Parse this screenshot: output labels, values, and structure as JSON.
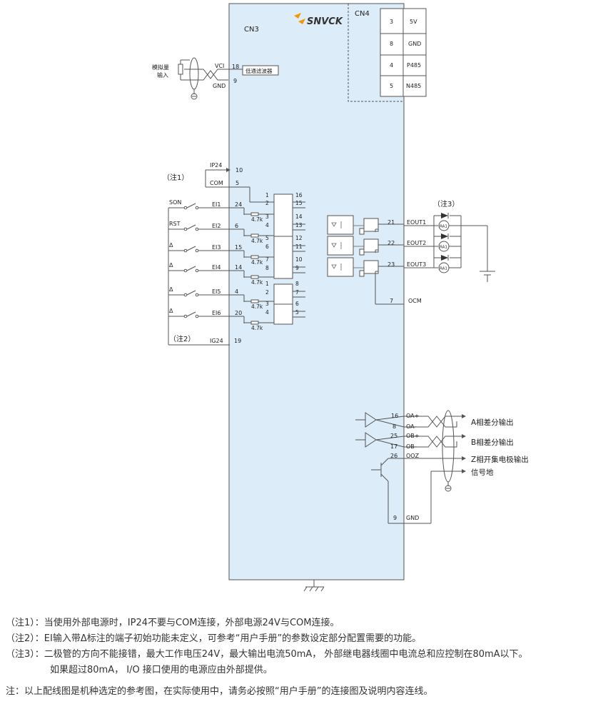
{
  "header": {
    "brand_text": "SNVCK",
    "cn3_label": "CN3",
    "cn4_label": "CN4"
  },
  "cn4": {
    "rows": [
      {
        "pin": "3",
        "signal": "5V"
      },
      {
        "pin": "8",
        "signal": "GND"
      },
      {
        "pin": "4",
        "signal": "P485"
      },
      {
        "pin": "5",
        "signal": "N485"
      }
    ]
  },
  "analog": {
    "label_line1": "模拟量",
    "label_line2": "输入",
    "vci": "VCI",
    "gnd": "GND",
    "pin_vci": "18",
    "pin_gnd": "9",
    "filter": "低通滤波器"
  },
  "power": {
    "ip24": "IP24",
    "pin_ip24": "10",
    "com": "COM",
    "pin_com": "5",
    "note1_tag": "（注1）",
    "note2_tag": "（注2）",
    "ig24": "IG24",
    "pin_ig24": "19"
  },
  "inputs": [
    {
      "switch": "SON",
      "signal": "EI1",
      "pin": "24"
    },
    {
      "switch": "RST",
      "signal": "EI2",
      "pin": "6"
    },
    {
      "switch": "Δ",
      "signal": "EI3",
      "pin": "15"
    },
    {
      "switch": "Δ",
      "signal": "EI4",
      "pin": "14"
    },
    {
      "switch": "Δ",
      "signal": "EI5",
      "pin": "4"
    },
    {
      "switch": "Δ",
      "signal": "EI6",
      "pin": "20"
    }
  ],
  "resistor_label": "4.7k",
  "opto_pins": [
    [
      "1",
      "2",
      "16",
      "15"
    ],
    [
      "3",
      "4",
      "14",
      "13"
    ],
    [
      "5",
      "6",
      "12",
      "11"
    ],
    [
      "7",
      "8",
      "10",
      "9"
    ],
    [
      "1",
      "2",
      "8",
      "7"
    ],
    [
      "3",
      "4",
      "6",
      "5"
    ]
  ],
  "outputs": {
    "note3_tag": "（注3）",
    "items": [
      {
        "pin": "21",
        "signal": "EOUT1",
        "relay": "RA1"
      },
      {
        "pin": "22",
        "signal": "EOUT2",
        "relay": "RA1"
      },
      {
        "pin": "23",
        "signal": "EOUT3",
        "relay": "RA1"
      }
    ],
    "ocm_pin": "7",
    "ocm": "OCM"
  },
  "encoder": {
    "rows": [
      {
        "pin": "16",
        "signal": "OA+"
      },
      {
        "pin": "8",
        "signal": "OA-"
      },
      {
        "pin": "25",
        "signal": "OB+"
      },
      {
        "pin": "17",
        "signal": "OB-"
      },
      {
        "pin": "26",
        "signal": "OOZ"
      }
    ],
    "label_a": "A相差分输出",
    "label_b": "B相差分输出",
    "label_z": "Z相开集电极输出",
    "label_gnd": "信号地",
    "gnd_pin": "9",
    "gnd_sig": "GND"
  },
  "notes": {
    "n1": "（注1）：当使用外部电源时，IP24不要与COM连接，外部电源24V与COM连接。",
    "n2": "（注2）：EI输入带Δ标注的端子初始功能未定义，可参考“用户手册”的参数设定部分配置需要的功能。",
    "n3": "（注3）：二极管的方向不能接错，最大工作电压24V，最大输出电流50mA， 外部继电器线圈中电流总和应控制在80mA以下。",
    "n3b": "如果超过80mA， I/O 接口使用的电源应由外部提供。",
    "final": "注：以上配线图是机种选定的参考图，在实际使用中，请务必按照“用户手册”的连接图及说明内容连线。"
  }
}
